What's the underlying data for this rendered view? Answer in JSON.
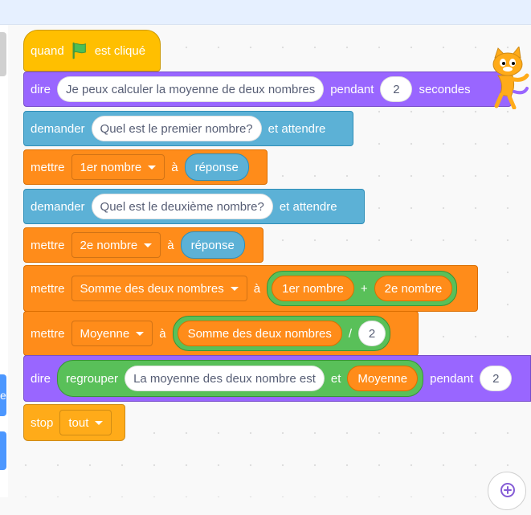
{
  "colors": {
    "event": "#ffbf00",
    "looks": "#9966ff",
    "sensing": "#5cb1d6",
    "variables": "#ff8c1a",
    "operators": "#59c059",
    "control": "#ffab19"
  },
  "left_tab_letter": "e",
  "blocks": {
    "when_flag": {
      "label_when": "quand",
      "label_clicked": "est cliqué",
      "icon": "green-flag-icon"
    },
    "say1": {
      "verb": "dire",
      "message": "Je peux calculer la moyenne de deux nombres",
      "for": "pendant",
      "secs": "2",
      "unit": "secondes"
    },
    "ask1": {
      "verb": "demander",
      "question": "Quel est le premier nombre?",
      "wait": "et attendre"
    },
    "set1": {
      "verb": "mettre",
      "variable": "1er nombre",
      "to": "à",
      "value": "réponse"
    },
    "ask2": {
      "verb": "demander",
      "question": "Quel est le deuxième nombre?",
      "wait": "et attendre"
    },
    "set2": {
      "verb": "mettre",
      "variable": "2e nombre",
      "to": "à",
      "value": "réponse"
    },
    "set3": {
      "verb": "mettre",
      "variable": "Somme des deux nombres",
      "to": "à",
      "left": "1er nombre",
      "op": "+",
      "right": "2e nombre"
    },
    "set4": {
      "verb": "mettre",
      "variable": "Moyenne",
      "to": "à",
      "left": "Somme des deux nombres",
      "op": "/",
      "right": "2"
    },
    "say2": {
      "verb": "dire",
      "join": "regrouper",
      "text": "La moyenne des deux nombre est",
      "and": "et",
      "var": "Moyenne",
      "for": "pendant",
      "secs": "2"
    },
    "stop": {
      "verb": "stop",
      "option": "tout"
    }
  }
}
